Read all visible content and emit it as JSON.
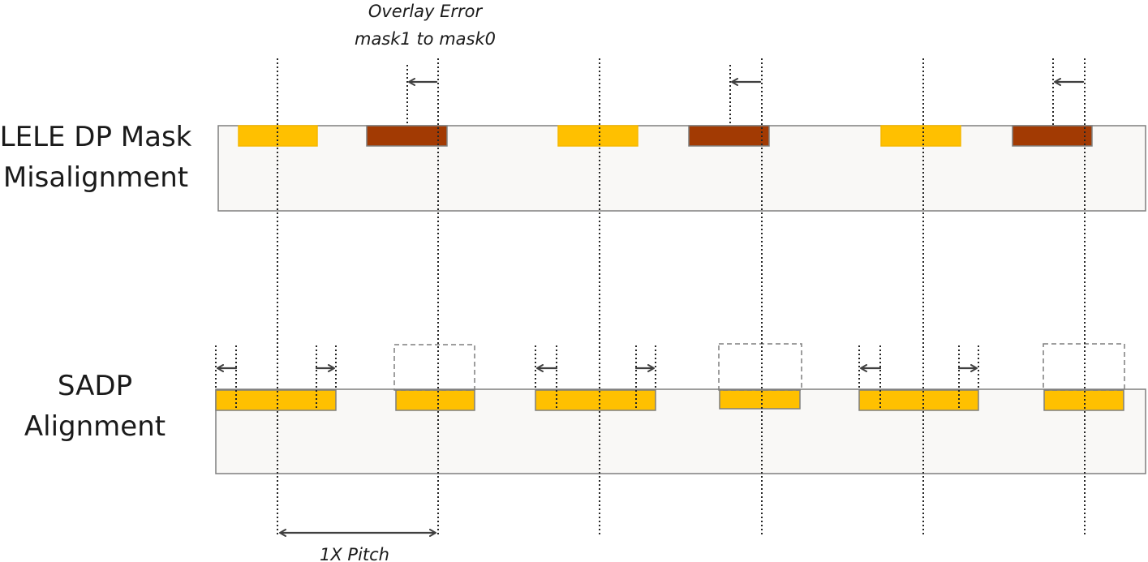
{
  "labels": {
    "lele_line1": "LELE DP Mask",
    "lele_line2": "Misalignment",
    "sadp_line1": "SADP",
    "sadp_line2": "Alignment",
    "overlay_line1": "Overlay Error",
    "overlay_line2": "mask1 to mask0",
    "pitch": "1X Pitch"
  },
  "colors": {
    "mask0": "#ffc000",
    "mask1": "#a23a03",
    "spacer": "#ffc000",
    "wafer": "#f9f8f6",
    "outline": "#7f7f7f",
    "guide": "#262626"
  }
}
